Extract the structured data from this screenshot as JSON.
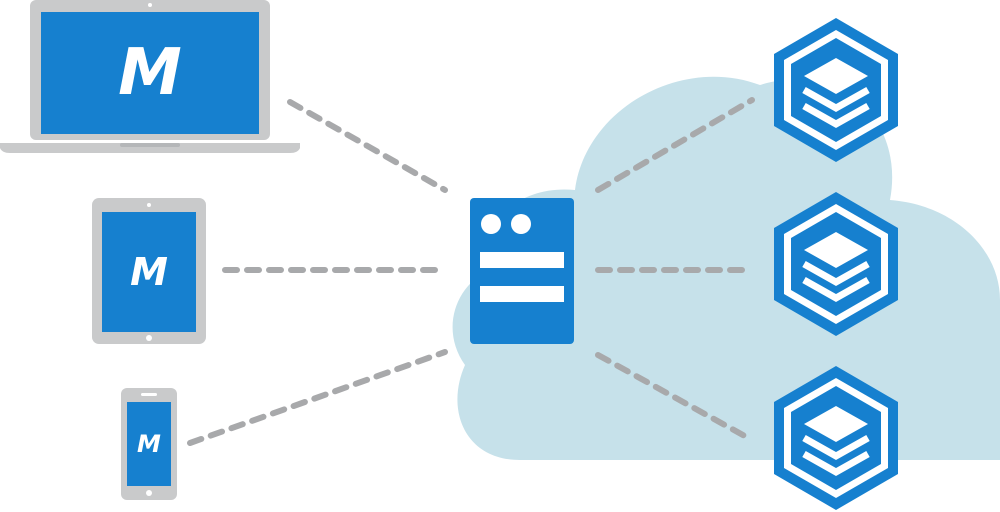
{
  "colors": {
    "brand_blue": "#1680cf",
    "device_gray": "#c9cacb",
    "device_gray_dark": "#b5b7b9",
    "cloud": "#c6e1ea",
    "connector": "#a8a9ab",
    "white": "#ffffff"
  },
  "devices": {
    "laptop": {
      "label": "M",
      "icon": "laptop-icon"
    },
    "tablet": {
      "label": "M",
      "icon": "tablet-icon"
    },
    "phone": {
      "label": "M",
      "icon": "phone-icon"
    }
  },
  "server": {
    "icon": "server-icon"
  },
  "cloud": {
    "icon": "cloud-icon"
  },
  "databases": [
    {
      "icon": "layers-hexagon-icon"
    },
    {
      "icon": "layers-hexagon-icon"
    },
    {
      "icon": "layers-hexagon-icon"
    }
  ],
  "connectors": {
    "from_devices_to_server": 3,
    "from_server_to_databases": 3
  }
}
